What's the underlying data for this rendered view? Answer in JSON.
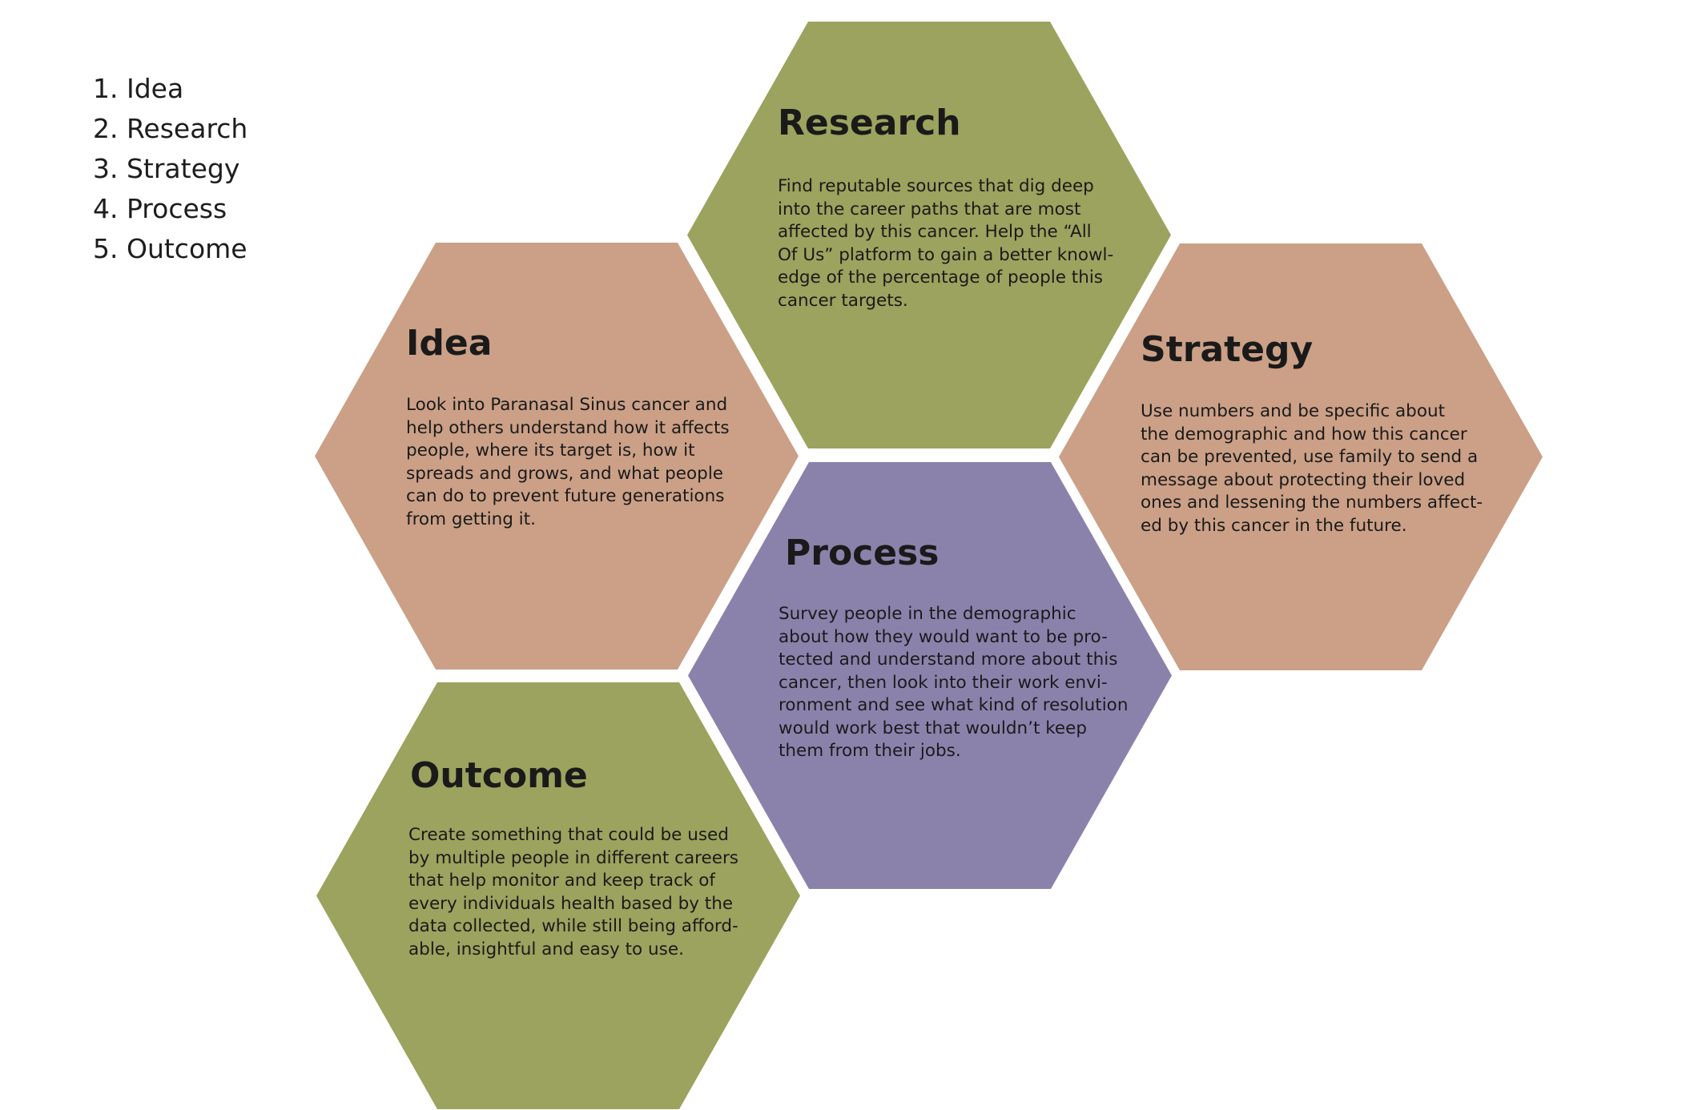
{
  "steps": [
    "1. Idea",
    "2. Research",
    "3. Strategy",
    "4. Process",
    "5. Outcome"
  ],
  "colors": {
    "green": "#9ba35e",
    "tan": "#cba087",
    "purple": "#8b82ac",
    "text": "#1a1a1a"
  },
  "hexagons": {
    "research": {
      "title": "Research",
      "lines": [
        "Find reputable sources that dig deep",
        "into the career paths that are most",
        "affected by this cancer. Help the “All",
        "Of Us” platform to gain a better knowl-",
        "edge of the percentage of people this",
        "cancer targets."
      ]
    },
    "idea": {
      "title": "Idea",
      "lines": [
        "Look into Paranasal Sinus cancer and",
        "help others understand how it affects",
        "people, where its target is, how it",
        "spreads and grows, and what people",
        "can do to prevent future generations",
        "from getting it."
      ]
    },
    "strategy": {
      "title": "Strategy",
      "lines": [
        "Use numbers and be specific about",
        "the demographic and how this cancer",
        "can be prevented, use family to send a",
        "message about protecting their loved",
        "ones and lessening the numbers affect-",
        "ed by this cancer in the future."
      ]
    },
    "process": {
      "title": "Process",
      "lines": [
        "Survey people in the demographic",
        "about how they would want to be pro-",
        "tected and understand more about this",
        "cancer, then look into their work envi-",
        "ronment and see what kind of resolution",
        "would work best that wouldn’t keep",
        "them from their jobs."
      ]
    },
    "outcome": {
      "title": "Outcome",
      "lines": [
        "Create something that could be used",
        "by multiple people in different careers",
        "that help monitor and keep track of",
        "every individuals health based by the",
        "data collected, while still being afford-",
        "able, insightful and easy to use."
      ]
    }
  }
}
